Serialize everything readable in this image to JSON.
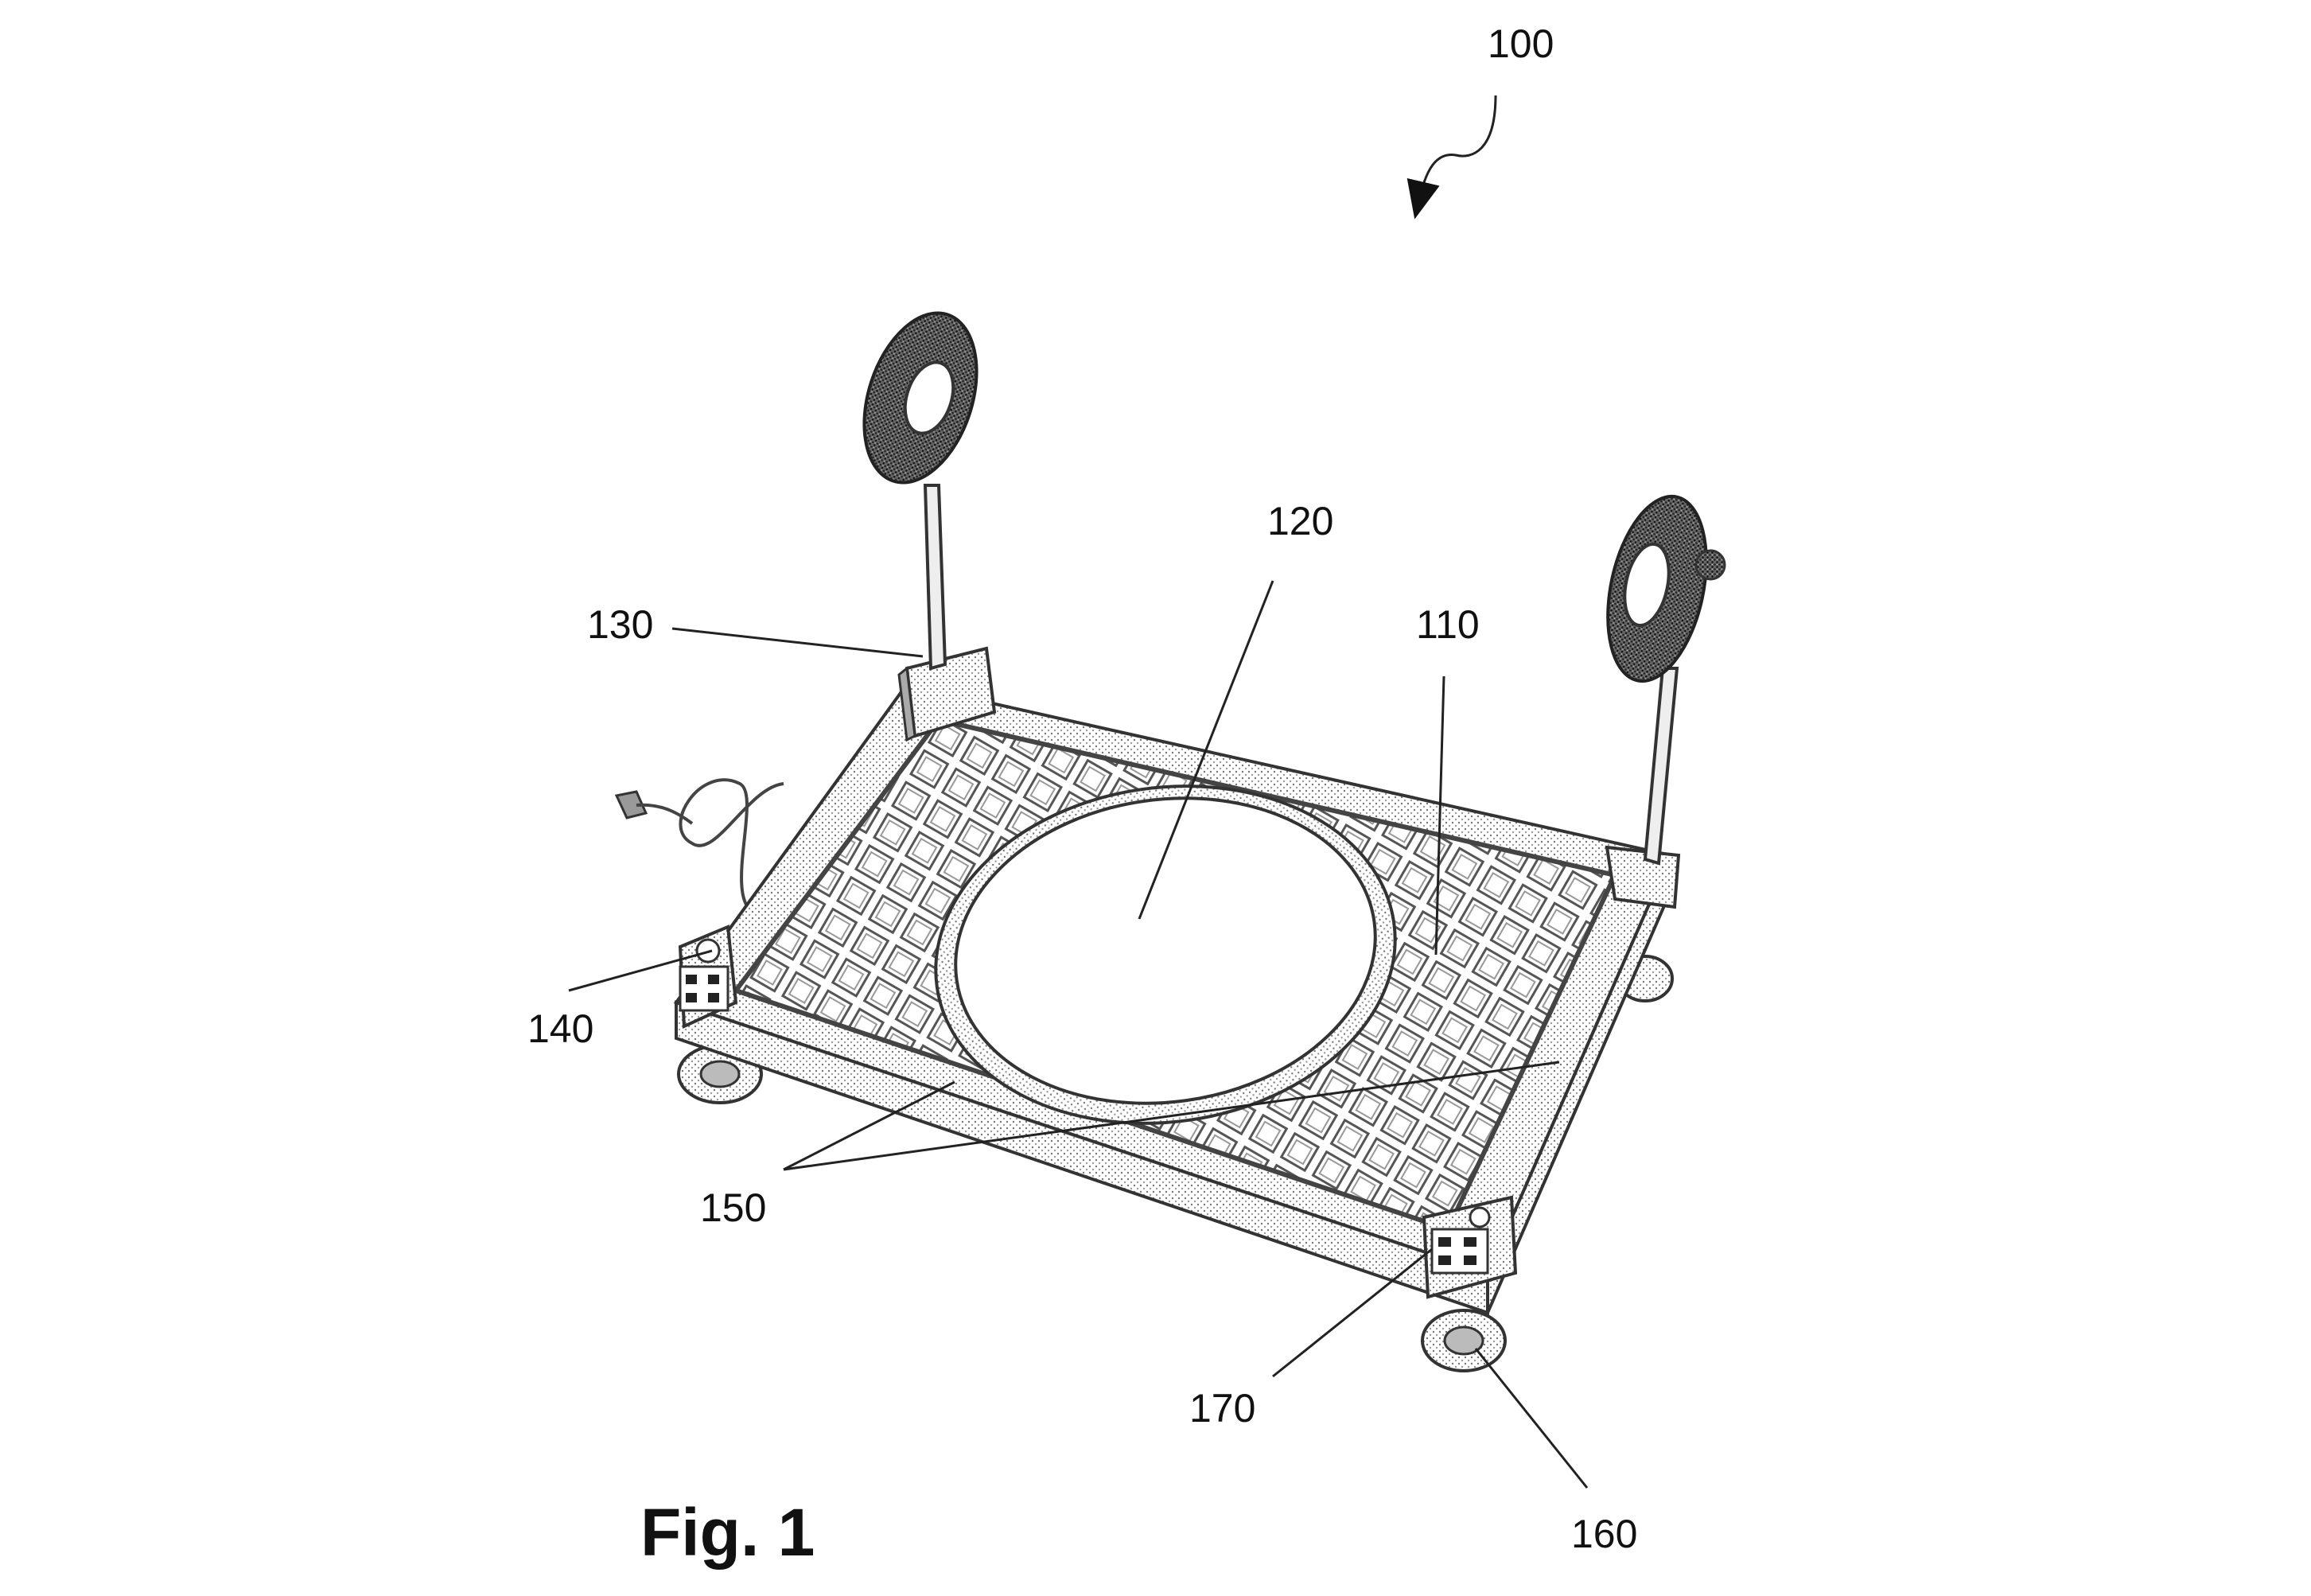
{
  "figure": {
    "caption": "Fig. 1",
    "reference_numerals": {
      "assembly": "100",
      "platform": "110",
      "center_pad": "120",
      "post": "130",
      "outlet_left": "140",
      "side_rails": "150",
      "caster": "160",
      "outlet_right": "170"
    }
  }
}
